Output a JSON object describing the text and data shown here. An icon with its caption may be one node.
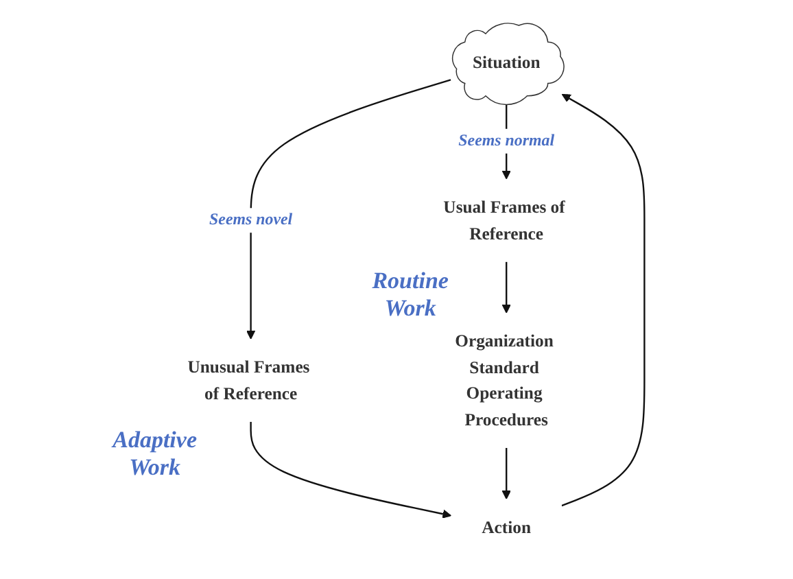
{
  "diagram": {
    "nodes": [
      {
        "text": [
          "Situation"
        ]
      },
      {
        "text": [
          "Usual Frames of Reference"
        ]
      },
      {
        "text": [
          "Unusual Frames of Reference"
        ]
      },
      {
        "text": [
          "Action"
        ]
      },
      {
        "text": [
          "Organization Standard Operating Procedures"
        ]
      }
    ],
    "edges": [
      {
        "from": 0,
        "to": 1,
        "arrow": "to",
        "label": "Seems normal"
      },
      {
        "from": 0,
        "to": 2,
        "arrow": "to",
        "label": "Seems novel"
      },
      {
        "from": 3,
        "to": 0,
        "arrow": "to"
      },
      {
        "from": 2,
        "to": 3,
        "arrow": "to"
      },
      {
        "from": 1,
        "to": 4,
        "arrow": "to"
      },
      {
        "from": 4,
        "to": 3,
        "arrow": "to"
      }
    ],
    "labels": [
      "Adaptive Work",
      "Routine Work"
    ]
  }
}
